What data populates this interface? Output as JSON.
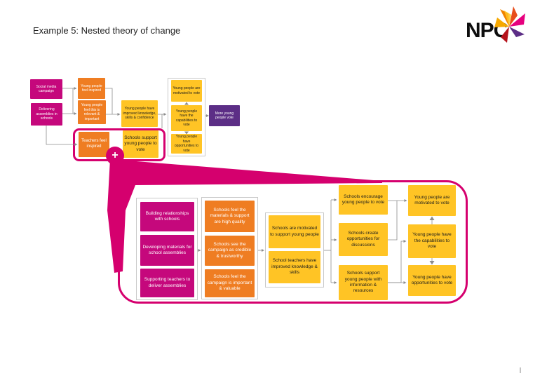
{
  "title": "Example 5: Nested theory of change",
  "logo": {
    "text": "NPC"
  },
  "overview": {
    "social_media": "Social media campaign",
    "assemblies": "Delivering assemblies in schools",
    "inspired": "Young people feel inspired",
    "relevant": "Young people feel this is relevant & important",
    "knowledge": "Young people have improved knowledge, skills & confidence",
    "teachers": "Teachers feel inspired",
    "schools_support": "Schools support young people to vote",
    "motivated": "Young people are motivated to vote",
    "capabilities": "Young people have the capabilities to vote",
    "opportunities": "Young people have opportunities to vote",
    "impact": "More young people vote",
    "zoom_plus": "+"
  },
  "nested": {
    "activities": [
      "Building relationships with schools",
      "Developing materials for school assemblies",
      "Supporting teachers to deliver assemblies"
    ],
    "perceptions": [
      "Schools feel the materials & support are high quality",
      "Schools see the campaign as credible & trustworthy",
      "Schools feel the campaign is important & valuable"
    ],
    "capacity": [
      "Schools are motivated to support young people",
      "School teachers have improved knowledge & skills"
    ],
    "school_actions": [
      "Schools encourage young people to vote",
      "Schools create opportunities for discussions",
      "Schools support young people with information & resources"
    ],
    "outcomes": [
      "Young people are motivated to vote",
      "Young people have the capabilities to vote",
      "Young people have opportunities to vote"
    ]
  },
  "colors": {
    "magenta": "#c5087c",
    "callout_pink": "#d5006e",
    "orange": "#ef7d22",
    "yellow": "#ffc425",
    "purple": "#5c2e86",
    "connector_gray": "#8c8c8c"
  }
}
